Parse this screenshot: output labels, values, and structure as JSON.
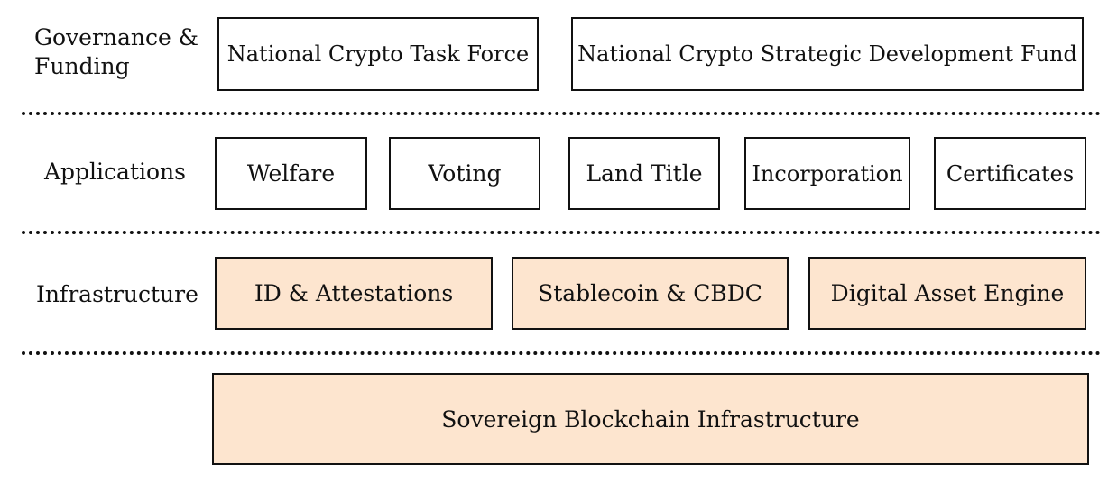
{
  "colors": {
    "infra_fill": "#fde5cf",
    "plain_fill": "#ffffff",
    "stroke": "#111111"
  },
  "layers": {
    "governance": {
      "label": "Governance &\nFunding",
      "boxes": [
        "National Crypto Task Force",
        "National Crypto Strategic Development Fund"
      ]
    },
    "applications": {
      "label": "Applications",
      "boxes": [
        "Welfare",
        "Voting",
        "Land Title",
        "Incorporation",
        "Certificates"
      ]
    },
    "infrastructure": {
      "label": "Infrastructure",
      "boxes": [
        "ID & Attestations",
        "Stablecoin & CBDC",
        "Digital Asset Engine"
      ]
    },
    "base": {
      "boxes": [
        "Sovereign Blockchain Infrastructure"
      ]
    }
  }
}
